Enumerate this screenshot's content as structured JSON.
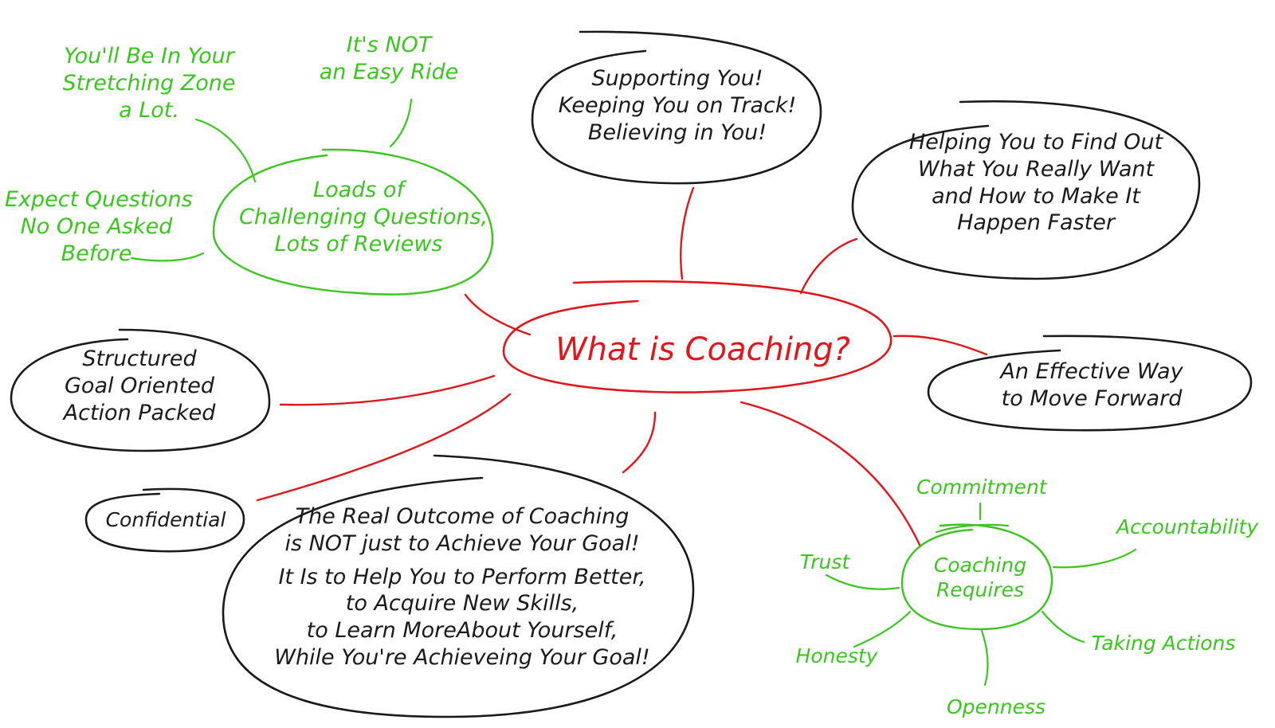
{
  "center": {
    "text": "What is Coaching?"
  },
  "green_topic": {
    "lines": [
      "Loads of",
      "Challenging Questions,",
      "Lots of Reviews"
    ]
  },
  "green_notes": {
    "stretching": [
      "You'll Be In Your",
      "Stretching Zone",
      "a Lot."
    ],
    "easy_ride": [
      "It's NOT",
      "an Easy Ride"
    ],
    "expect": [
      "Expect Questions",
      "No One Asked",
      "Before"
    ]
  },
  "bubbles": {
    "supporting": [
      "Supporting You!",
      "Keeping You on Track!",
      "Believing in You!"
    ],
    "helping": [
      "Helping You to Find Out",
      "What You Really Want",
      "and How to Make It",
      "Happen Faster"
    ],
    "effective": [
      "An Effective Way",
      "to Move Forward"
    ],
    "structured": [
      "Structured",
      "Goal Oriented",
      "Action Packed"
    ],
    "confidential": [
      "Confidential"
    ],
    "outcome": [
      "The Real Outcome of Coaching",
      "is NOT just to Achieve Your Goal!",
      "It Is to Help You to Perform Better,",
      "to Acquire New Skills,",
      "to Learn MoreAbout Yourself,",
      "While You're Achieveing Your Goal!"
    ]
  },
  "requires": {
    "hub": [
      "Coaching",
      "Requires"
    ],
    "items": {
      "commitment": "Commitment",
      "accountability": "Accountability",
      "trust": "Trust",
      "taking_actions": "Taking Actions",
      "honesty": "Honesty",
      "openness": "Openness"
    }
  },
  "colors": {
    "green": "#3cc421",
    "red": "#e0161b",
    "black": "#1a1a1a"
  }
}
